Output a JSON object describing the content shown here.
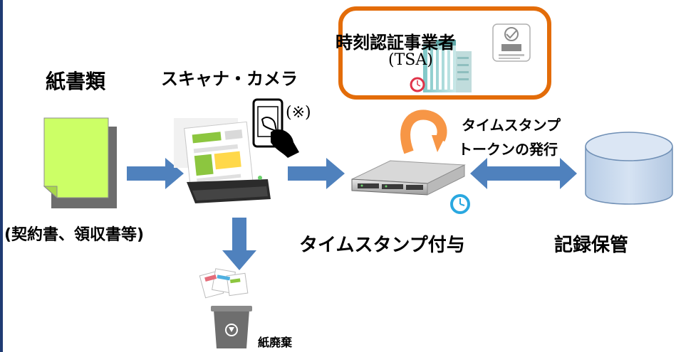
{
  "labels": {
    "paper_documents": "紙書類",
    "paper_examples": "(契約書、領収書等)",
    "scanner_camera": "スキャナ・カメラ",
    "note_mark": "(※)",
    "tsa_name": "時刻認証事業者",
    "tsa_abbr": "(TSA)",
    "token_issue_line1": "タイムスタンプ",
    "token_issue_line2": "トークンの発行",
    "timestamp_grant": "タイムスタンプ付与",
    "record_storage": "記録保管",
    "paper_disposal": "紙廃棄"
  },
  "colors": {
    "arrow_blue": "#4f81bd",
    "tsa_border_orange": "#e36c09",
    "curved_arrow_orange": "#f79646",
    "paper_fill": "#ccff66",
    "database_fill": "#c6d9f1",
    "left_border_navy": "#1f3b73"
  },
  "icons": {
    "document": "paper-document-icon",
    "scanner": "document-scanner-icon",
    "phone": "smartphone-hand-icon",
    "building": "office-building-icon",
    "seal": "certification-seal-icon",
    "server": "rack-server-icon",
    "clock": "clock-icon",
    "database": "database-cylinder-icon",
    "trash": "trash-bin-icon"
  }
}
